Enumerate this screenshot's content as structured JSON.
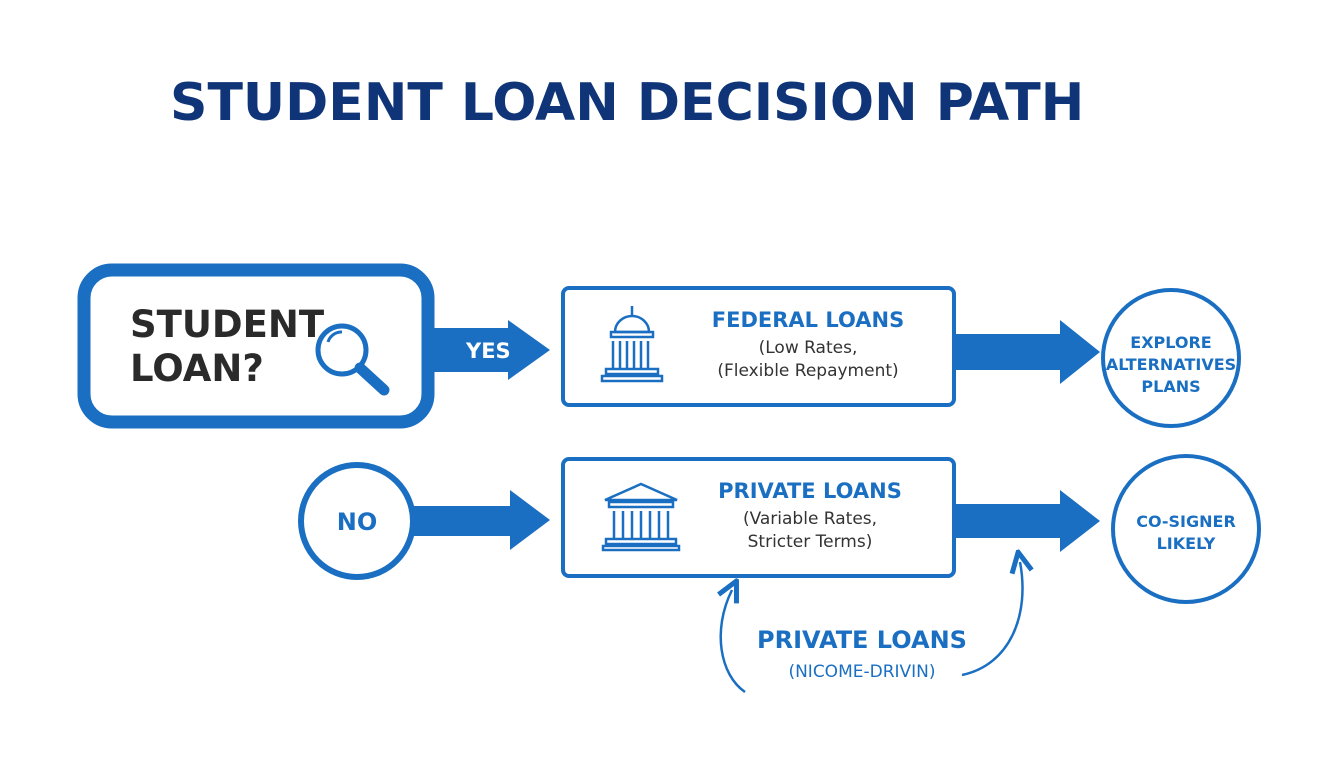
{
  "title": "STUDENT LOAN DECISION PATH",
  "start": {
    "line1": "STUDENT",
    "line2": "LOAN?",
    "icon": "magnifying-glass-icon"
  },
  "yes_label": "YES",
  "federal": {
    "title": "FEDERAL LOANS",
    "line1": "(Low Rates,",
    "line2": "(Flexible Repayment)",
    "icon": "capitol-building-icon"
  },
  "explore": {
    "line1": "EXPLORE",
    "line2": "ALTERNATIVES",
    "line3": "PLANS"
  },
  "no_label": "NO",
  "private": {
    "title": "PRIVATE LOANS",
    "line1": "(Variable Rates,",
    "line2": "Stricter Terms)",
    "icon": "bank-building-icon"
  },
  "cosigner": {
    "line1": "CO-SIGNER",
    "line2": "LIKELY"
  },
  "private_income": {
    "title": "PRIVATE LOANS",
    "sub": "(NICOME-DRIVIN)"
  },
  "colors": {
    "primary": "#1a6fc2",
    "title": "#0f3578",
    "text_dark": "#2a2a2a"
  }
}
